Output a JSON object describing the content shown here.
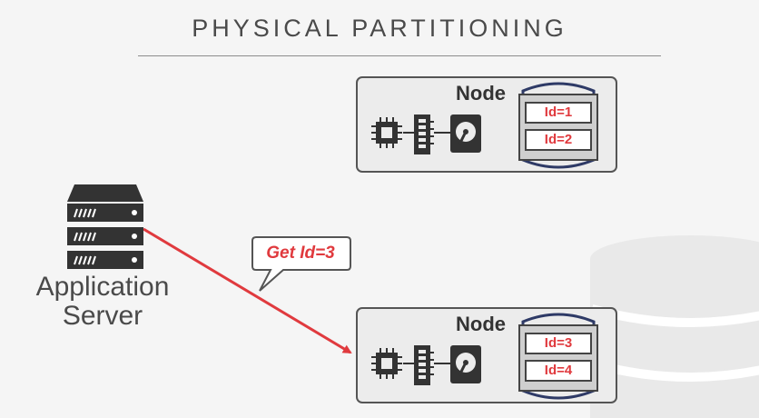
{
  "title": "PHYSICAL PARTITIONING",
  "app_server": {
    "label_line1": "Application",
    "label_line2": "Server",
    "icon": "server-rack-icon"
  },
  "request": {
    "label": "Get Id=3"
  },
  "nodes": [
    {
      "label": "Node",
      "partitions": [
        "Id=1",
        "Id=2"
      ],
      "icons": [
        "cpu-icon",
        "memory-icon",
        "disk-icon"
      ]
    },
    {
      "label": "Node",
      "partitions": [
        "Id=3",
        "Id=4"
      ],
      "icons": [
        "cpu-icon",
        "memory-icon",
        "disk-icon"
      ]
    }
  ],
  "colors": {
    "accent": "#e03a3e",
    "text": "#4a4a4a",
    "outline": "#555555",
    "background": "#f5f5f5"
  }
}
